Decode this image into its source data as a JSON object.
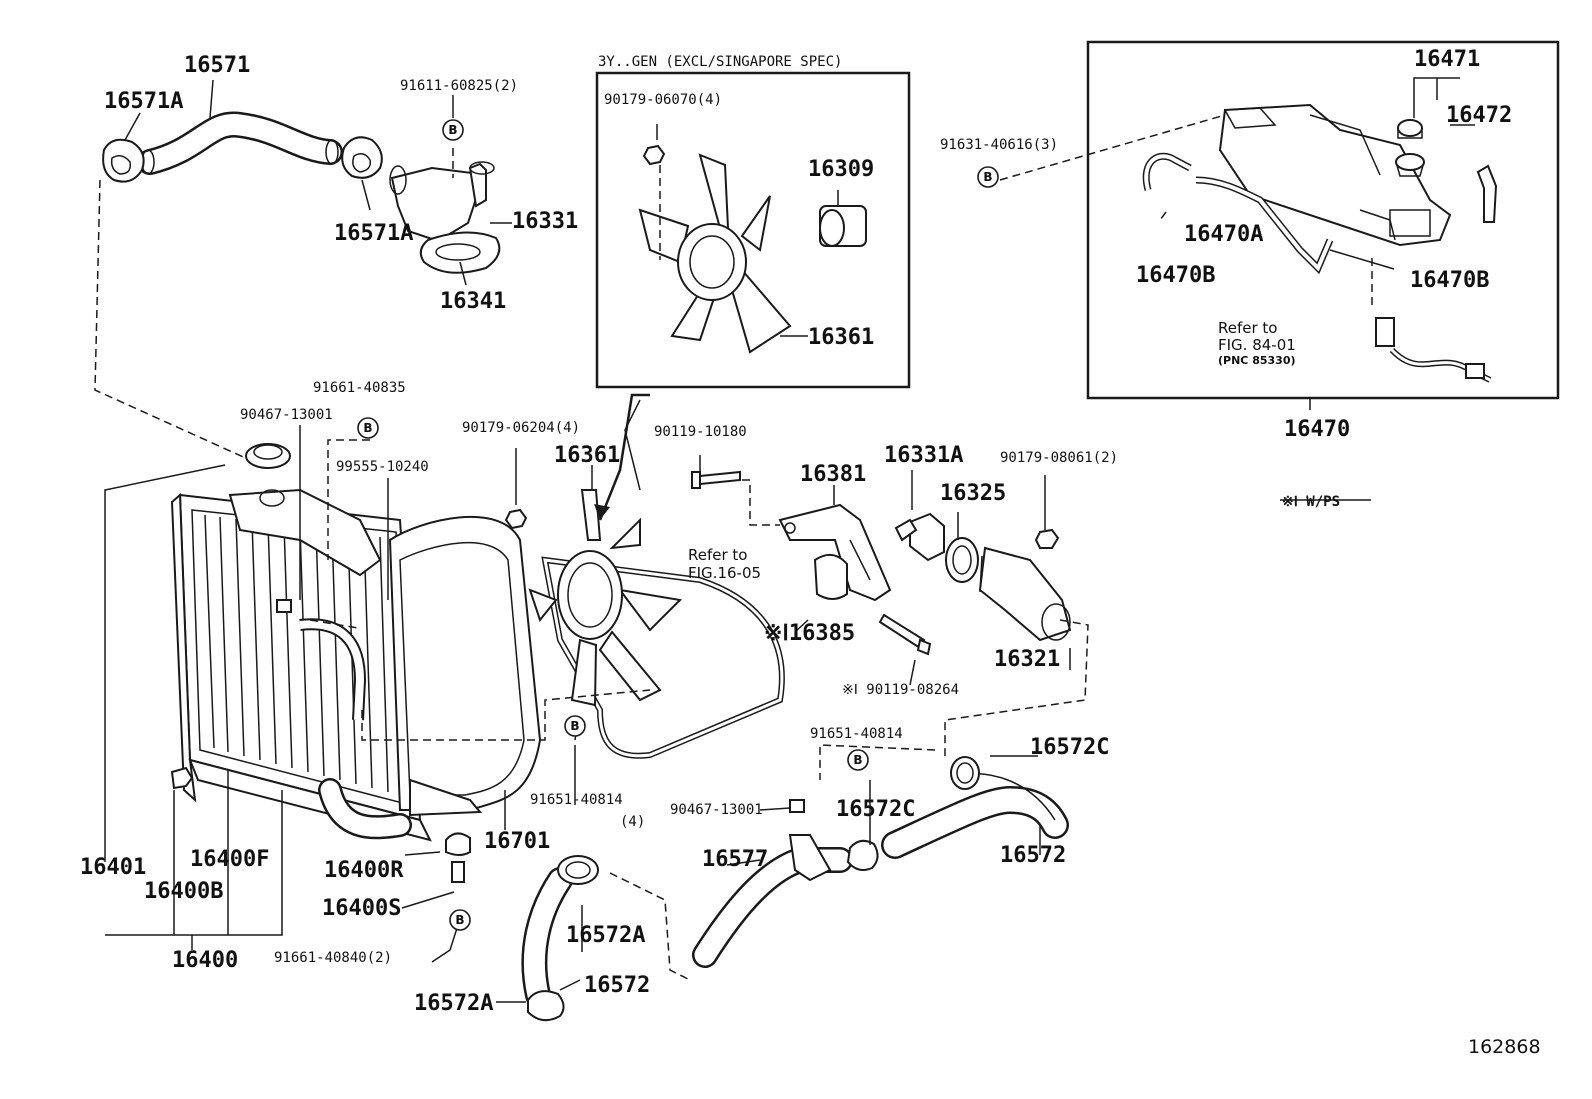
{
  "labels": {
    "l16571": "16571",
    "l16571a_1": "16571A",
    "l16571a_2": "16571A",
    "l91611": "91611-60825(2)",
    "l16331": "16331",
    "l16341": "16341",
    "gen_header": "3Y..GEN (EXCL/SINGAPORE SPEC)",
    "l90179_06070": "90179-06070(4)",
    "l16309": "16309",
    "l16361_box": "16361",
    "l91631": "91631-40616(3)",
    "l16471": "16471",
    "l16472": "16472",
    "l16470a": "16470A",
    "l16470b_1": "16470B",
    "l16470b_2": "16470B",
    "refer84_1": "Refer to",
    "refer84_2": "FIG. 84-01",
    "refer84_3": "(PNC 85330)",
    "l16470": "16470",
    "ps_note": "※Ⅰ W/PS",
    "l91661_40835": "91661-40835",
    "l90467_top": "90467-13001",
    "l99555": "99555-10240",
    "l90179_06204": "90179-06204(4)",
    "l16361": "16361",
    "l90119_10180": "90119-10180",
    "l16381": "16381",
    "l16331a": "16331A",
    "l90179_08061": "90179-08061(2)",
    "l16325": "16325",
    "refer16_1": "Refer to",
    "refer16_2": "FIG.16-05",
    "l16385": "※Ⅰ16385",
    "l16321": "16321",
    "l90119_08264": "※Ⅰ 90119-08264",
    "l91651_right": "91651-40814",
    "l16572c_1": "16572C",
    "l16572c_2": "16572C",
    "l16572_right": "16572",
    "l91651_mid": "91651-40814",
    "l91651_mid_qty": "(4)",
    "l90467_bottom": "90467-13001",
    "l16577": "16577",
    "l16701": "16701",
    "l16401": "16401",
    "l16400f": "16400F",
    "l16400b": "16400B",
    "l16400": "16400",
    "l16400r": "16400R",
    "l16400s": "16400S",
    "l91661_40840": "91661-40840(2)",
    "l16572a_1": "16572A",
    "l16572a_2": "16572A",
    "l16572_bottom": "16572",
    "fig_number": "162868",
    "circle_b": "B"
  }
}
